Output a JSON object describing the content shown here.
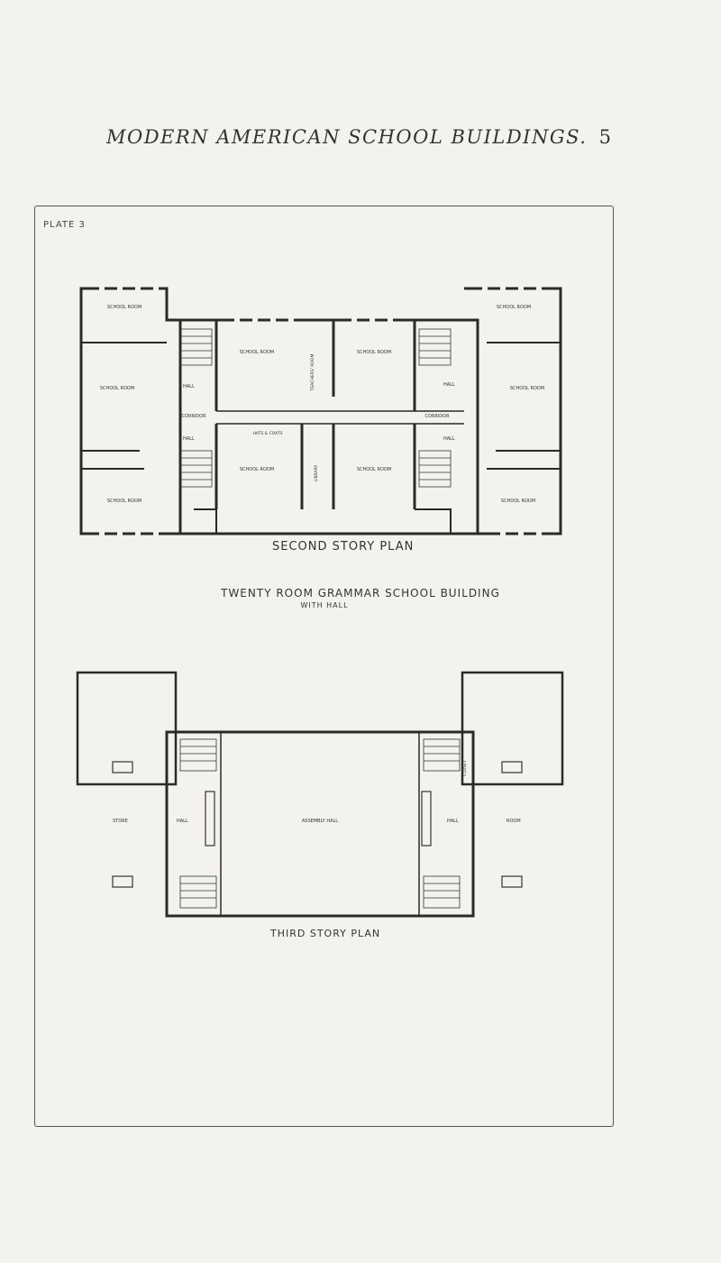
{
  "header": {
    "title": "MODERN AMERICAN SCHOOL BUILDINGS.",
    "page_number": "5"
  },
  "plate": {
    "label": "PLATE 3"
  },
  "second_story": {
    "plan_label": "SECOND STORY PLAN",
    "rooms": {
      "school_room_nw": "SCHOOL ROOM",
      "school_room_w": "SCHOOL ROOM",
      "school_room_sw": "SCHOOL ROOM",
      "school_room_n1": "SCHOOL ROOM",
      "school_room_n2": "SCHOOL ROOM",
      "school_room_s1": "SCHOOL ROOM",
      "school_room_s2": "SCHOOL ROOM",
      "school_room_ne": "SCHOOL ROOM",
      "school_room_e": "SCHOOL ROOM",
      "school_room_se": "SCHOOL ROOM",
      "teachers_room": "TEACHERS' ROOM",
      "library": "LIBRARY",
      "corridor_w": "CORRIDOR",
      "corridor_e": "CORRIDOR",
      "hall_nw": "HALL",
      "hall_ne": "HALL",
      "hall_sw": "HALL",
      "hall_se": "HALL",
      "hats_coats": "HATS & COATS"
    }
  },
  "caption": {
    "line1": "TWENTY ROOM GRAMMAR SCHOOL BUILDING",
    "line2": "WITH HALL"
  },
  "third_story": {
    "plan_label": "THIRD STORY PLAN",
    "rooms": {
      "assembly_hall": "ASSEMBLY HALL",
      "hall_w": "HALL",
      "hall_e": "HALL",
      "store_w": "STORE",
      "room_e": "ROOM",
      "closet": "CLOSET"
    }
  }
}
